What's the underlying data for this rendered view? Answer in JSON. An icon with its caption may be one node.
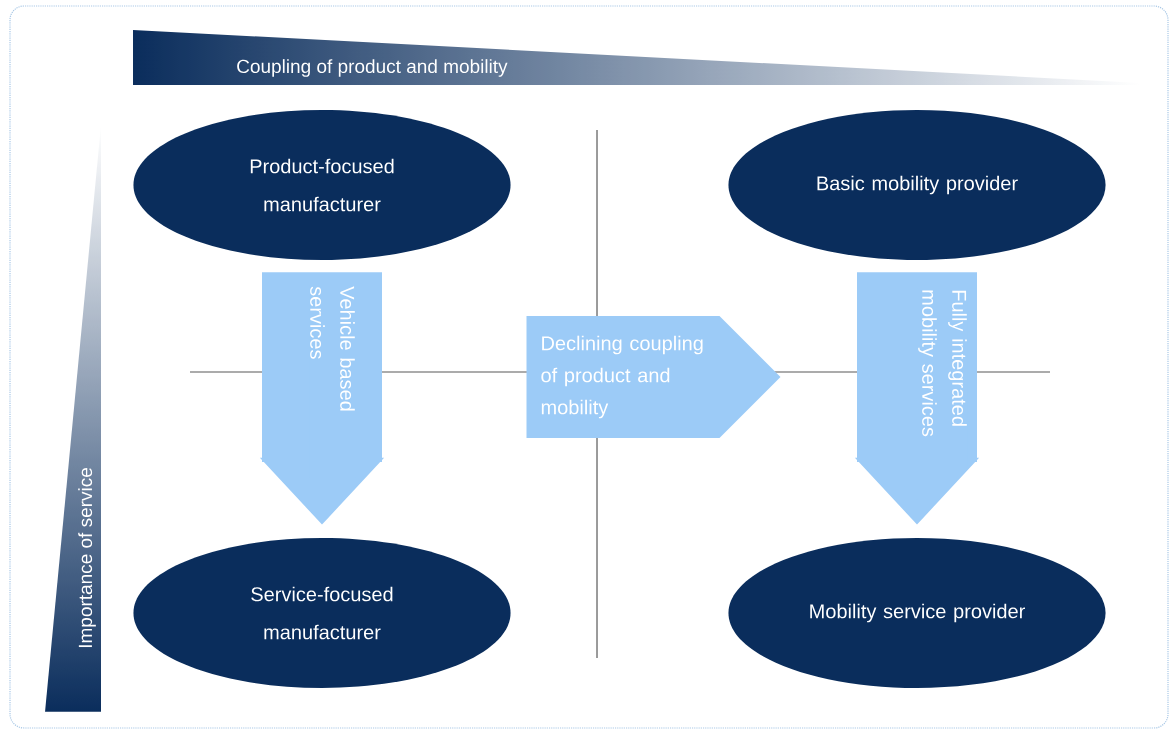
{
  "diagram": {
    "nodes": [
      {
        "text": [
          "Product-focused manufacturer"
        ]
      },
      {
        "text": [
          "Basic mobility provider"
        ]
      },
      {
        "text": [
          "Service-focused manufacturer"
        ]
      },
      {
        "text": [
          "Mobility service provider"
        ]
      },
      {
        "text": [
          "Declining coupling of product and mobility"
        ]
      }
    ],
    "edges": [
      {
        "from": 0,
        "to": 2,
        "arrow": "to",
        "label": "Vehicle based services"
      },
      {
        "from": 1,
        "to": 3,
        "arrow": "to",
        "label": "Fully integrated mobility services"
      }
    ],
    "labels": [
      "Coupling of product and mobility",
      "Importance of service"
    ]
  }
}
